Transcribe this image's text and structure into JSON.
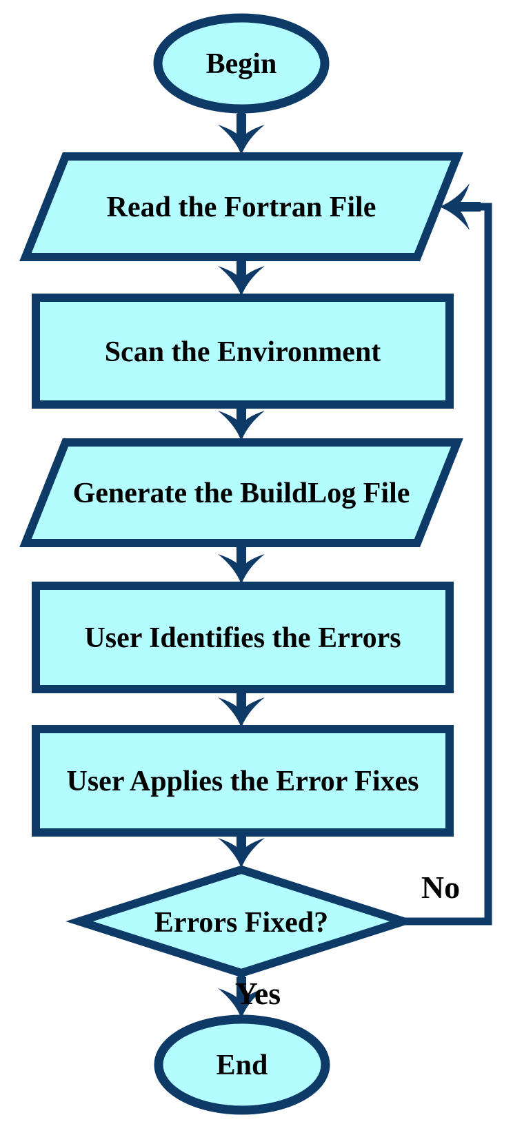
{
  "diagram": {
    "type": "flowchart",
    "background": "#ffffff",
    "node_fill": "#b3fcff",
    "node_border": "#0e3a68",
    "connector_color": "#0e3a68",
    "text_color": "#000000",
    "nodes": [
      {
        "id": "begin",
        "shape": "ellipse",
        "label": "Begin"
      },
      {
        "id": "read-fortran-file",
        "shape": "parallelogram",
        "label": "Read the Fortran File"
      },
      {
        "id": "scan-environment",
        "shape": "rectangle",
        "label": "Scan the Environment"
      },
      {
        "id": "generate-buildlog",
        "shape": "parallelogram",
        "label": "Generate the BuildLog File"
      },
      {
        "id": "identify-errors",
        "shape": "rectangle",
        "label": "User Identifies the Errors"
      },
      {
        "id": "apply-fixes",
        "shape": "rectangle",
        "label": "User Applies the Error Fixes"
      },
      {
        "id": "errors-fixed",
        "shape": "diamond",
        "label": "Errors Fixed?"
      },
      {
        "id": "end",
        "shape": "ellipse",
        "label": "End"
      }
    ],
    "edges": [
      {
        "from": "begin",
        "to": "read-fortran-file",
        "label": ""
      },
      {
        "from": "read-fortran-file",
        "to": "scan-environment",
        "label": ""
      },
      {
        "from": "scan-environment",
        "to": "generate-buildlog",
        "label": ""
      },
      {
        "from": "generate-buildlog",
        "to": "identify-errors",
        "label": ""
      },
      {
        "from": "identify-errors",
        "to": "apply-fixes",
        "label": ""
      },
      {
        "from": "apply-fixes",
        "to": "errors-fixed",
        "label": ""
      },
      {
        "from": "errors-fixed",
        "to": "end",
        "label": "Yes"
      },
      {
        "from": "errors-fixed",
        "to": "read-fortran-file",
        "label": "No"
      }
    ]
  }
}
